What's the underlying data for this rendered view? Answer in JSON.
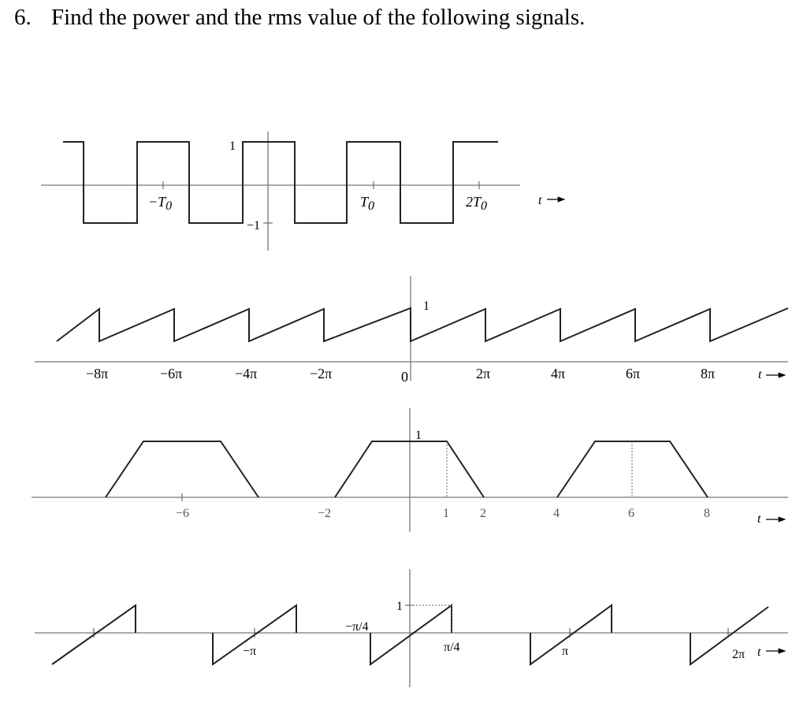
{
  "problem": {
    "number": "6.",
    "text": "Find the power and the rms value of the following signals."
  },
  "fig1": {
    "ticks": [
      "−T",
      "T",
      "2T"
    ],
    "sub": "0",
    "amp_hi": "1",
    "amp_lo": "−1",
    "axis": "t"
  },
  "fig2": {
    "ticks": [
      "−8π",
      "−6π",
      "−4π",
      "−2π",
      "0",
      "2π",
      "4π",
      "6π",
      "8π"
    ],
    "amp": "1",
    "axis": "t"
  },
  "fig3": {
    "ticks": [
      "−6",
      "−2",
      "1",
      "2",
      "4",
      "6",
      "8"
    ],
    "amp": "1",
    "axis": "t"
  },
  "fig4": {
    "ticks": [
      "−π/4",
      "π/4",
      "−π",
      "π",
      "2π"
    ],
    "amp": "1",
    "axis": "t"
  }
}
